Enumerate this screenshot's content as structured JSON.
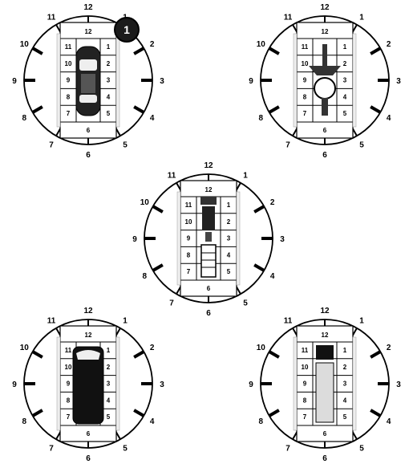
{
  "badge": "1",
  "dial_numbers": [
    "12",
    "1",
    "2",
    "3",
    "4",
    "5",
    "6",
    "7",
    "8",
    "9",
    "10",
    "11"
  ],
  "cells": {
    "top": "12",
    "left": [
      "11",
      "10",
      "9",
      "8",
      "7"
    ],
    "right": [
      "1",
      "2",
      "3",
      "4",
      "5"
    ],
    "bottom": "6"
  },
  "diagrams": [
    {
      "vehicle": "car-top-view"
    },
    {
      "vehicle": "motorcycle-top-view"
    },
    {
      "vehicle": "truck-with-trailer-top-view"
    },
    {
      "vehicle": "van-top-view"
    },
    {
      "vehicle": "box-truck-top-view"
    }
  ],
  "colors": {
    "badge": "#1b1b1b",
    "ink": "#000000",
    "shade": "#d9d9d9"
  }
}
